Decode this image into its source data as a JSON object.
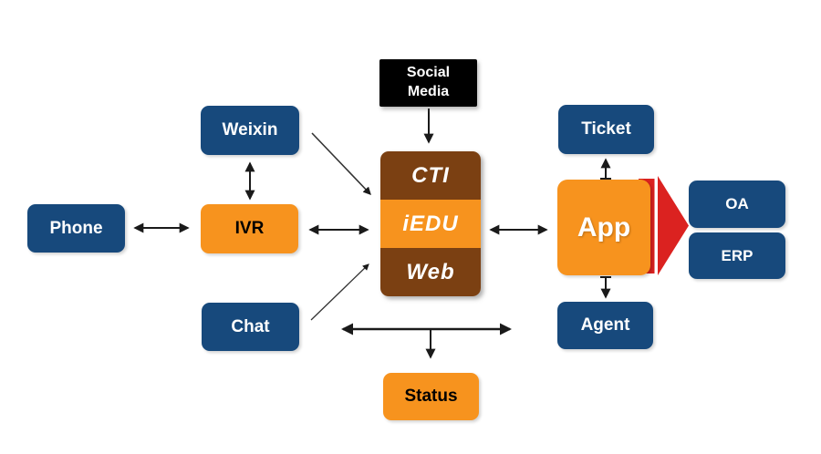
{
  "diagram": {
    "nodes": {
      "social_media": {
        "label": "Social Media",
        "fill": "#000000",
        "text_color": "#FFFFFF"
      },
      "weixin": {
        "label": "Weixin",
        "fill": "#17497C",
        "text_color": "#FFFFFF"
      },
      "phone": {
        "label": "Phone",
        "fill": "#17497C",
        "text_color": "#FFFFFF"
      },
      "ivr": {
        "label": "IVR",
        "fill": "#F7931E",
        "text_color": "#000000"
      },
      "chat": {
        "label": "Chat",
        "fill": "#17497C",
        "text_color": "#FFFFFF"
      },
      "cti": {
        "label": "CTI",
        "fill": "#7B4012",
        "text_color": "#FFFFFF"
      },
      "iedu": {
        "label": "iEDU",
        "fill": "#F7931E",
        "text_color": "#FFFFFF"
      },
      "web": {
        "label": "Web",
        "fill": "#7B4012",
        "text_color": "#FFFFFF"
      },
      "app": {
        "label": "App",
        "fill": "#F7931E",
        "text_color": "#FFFFFF"
      },
      "ticket": {
        "label": "Ticket",
        "fill": "#17497C",
        "text_color": "#FFFFFF"
      },
      "agent": {
        "label": "Agent",
        "fill": "#17497C",
        "text_color": "#FFFFFF"
      },
      "oa": {
        "label": "OA",
        "fill": "#17497C",
        "text_color": "#FFFFFF"
      },
      "erp": {
        "label": "ERP",
        "fill": "#17497C",
        "text_color": "#FFFFFF"
      },
      "status": {
        "label": "Status",
        "fill": "#F7931E",
        "text_color": "#000000"
      }
    },
    "colors": {
      "blue": "#17497C",
      "orange": "#F7931E",
      "brown": "#7B4012",
      "red": "#DB2220",
      "black": "#000000",
      "arrow": "#1A1A1A",
      "background": "#FFFFFF"
    },
    "edges": [
      {
        "from": "social_media",
        "to": "cti_iedu_web_stack",
        "type": "arrow-down"
      },
      {
        "from": "weixin",
        "to": "ivr",
        "type": "double-arrow-vertical"
      },
      {
        "from": "phone",
        "to": "ivr",
        "type": "double-arrow-horizontal"
      },
      {
        "from": "ivr",
        "to": "cti_iedu_web_stack",
        "type": "double-arrow-horizontal"
      },
      {
        "from": "weixin",
        "to": "cti_iedu_web_stack",
        "type": "arrow-diagonal"
      },
      {
        "from": "chat",
        "to": "cti_iedu_web_stack",
        "type": "arrow-diagonal"
      },
      {
        "from": "cti_iedu_web_stack",
        "to": "app",
        "type": "double-arrow-horizontal"
      },
      {
        "from": "app",
        "to": "ticket",
        "type": "arrow-up"
      },
      {
        "from": "app",
        "to": "agent",
        "type": "arrow-down"
      },
      {
        "from": "app",
        "to": "oa_erp",
        "type": "big-red-arrow"
      },
      {
        "from": "below_stack",
        "to": "both-sides",
        "type": "double-arrow-horizontal-long"
      },
      {
        "from": "long_arrow_midpoint",
        "to": "status",
        "type": "arrow-down"
      }
    ]
  }
}
